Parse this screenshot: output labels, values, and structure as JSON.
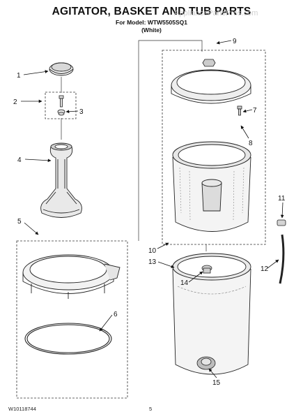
{
  "title": "AGITATOR, BASKET AND TUB PARTS",
  "subtitle_model": "For Model: WTW5505SQ1",
  "subtitle_color": "(White)",
  "watermark": "AppliancePartsPros.com",
  "footer_doc_number": "W10118744",
  "footer_page": "5",
  "callouts": [
    "1",
    "2",
    "3",
    "4",
    "5",
    "6",
    "7",
    "8",
    "9",
    "10",
    "11",
    "12",
    "13",
    "14",
    "15"
  ]
}
